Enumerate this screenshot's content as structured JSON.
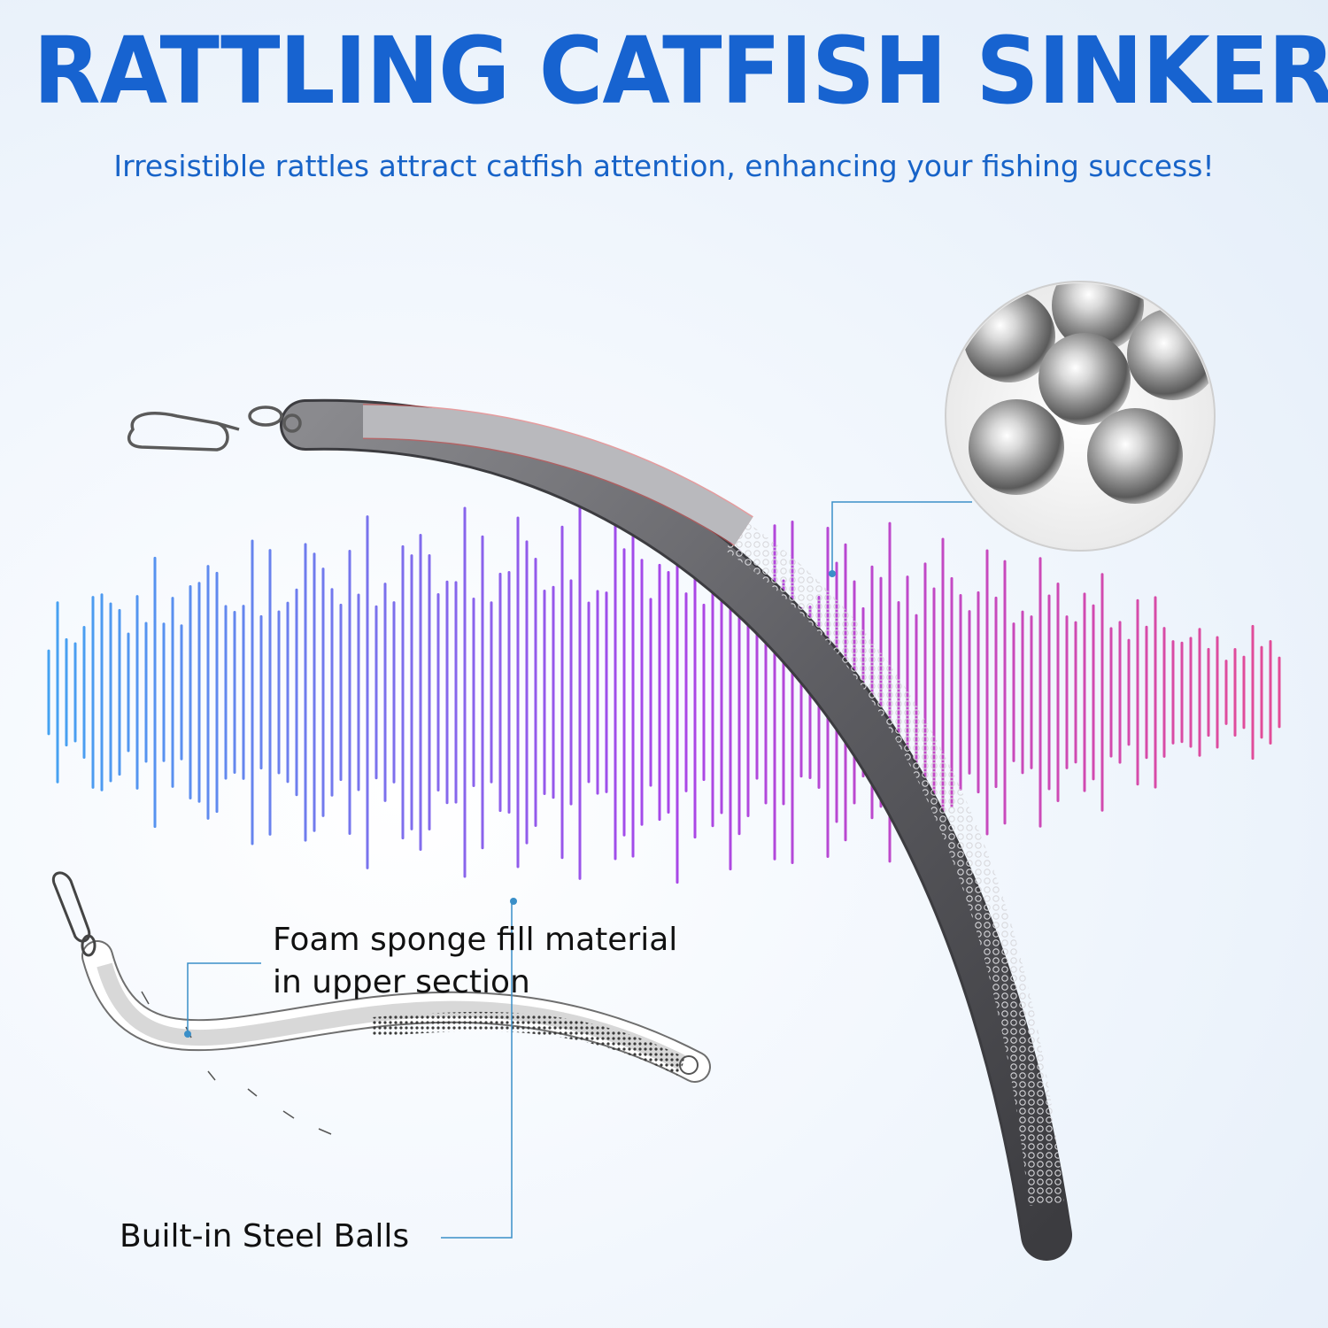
{
  "headline": "RATTLING CATFISH SINKERS",
  "subtitle": "Irresistible rattles attract catfish attention, enhancing your fishing success!",
  "callouts": {
    "foam_line1": "Foam sponge fill material",
    "foam_line2": "in upper section",
    "steel_balls": "Built-in Steel Balls"
  },
  "colors": {
    "headline": "#1763d0",
    "subtitle": "#1763c8",
    "wave_start": "#1e9cf0",
    "wave_mid": "#9a28e6",
    "wave_end": "#e8307e",
    "leader_line": "#3a8fc8"
  }
}
